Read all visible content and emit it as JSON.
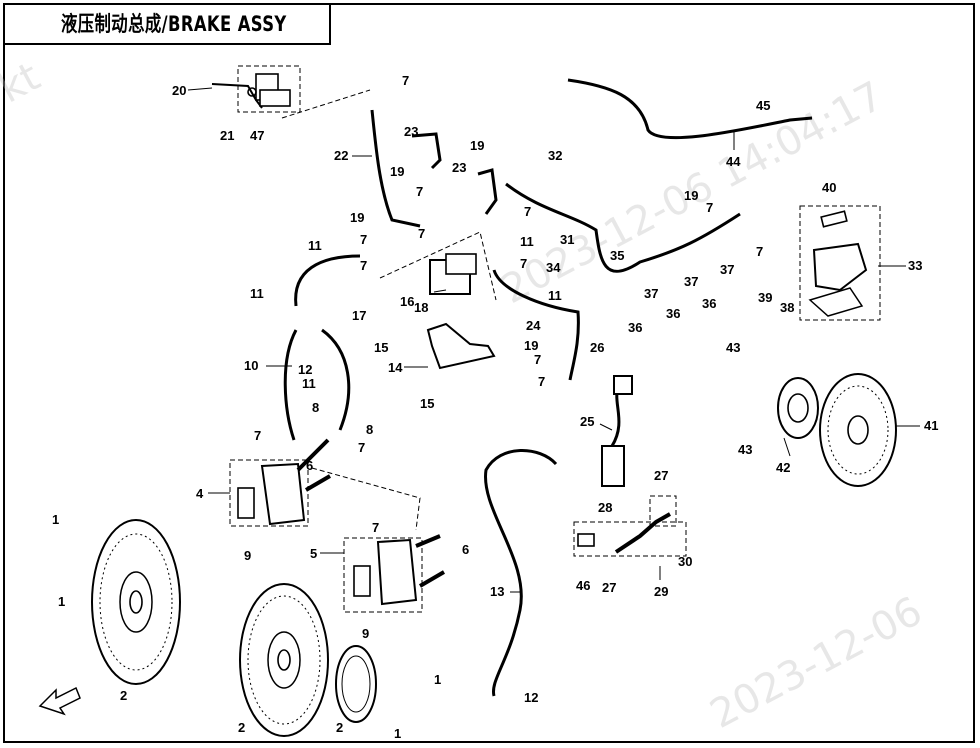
{
  "title": "液压制动总成/BRAKE  ASSY",
  "watermarks": [
    "kt",
    "2023-12-06  14:04:17",
    "2023-12-06"
  ],
  "callouts": [
    "1",
    "2",
    "4",
    "5",
    "6",
    "7",
    "8",
    "9",
    "10",
    "11",
    "12",
    "13",
    "14",
    "15",
    "16",
    "17",
    "18",
    "19",
    "20",
    "21",
    "22",
    "23",
    "24",
    "25",
    "26",
    "27",
    "28",
    "29",
    "30",
    "31",
    "32",
    "33",
    "34",
    "35",
    "36",
    "37",
    "38",
    "39",
    "40",
    "41",
    "42",
    "43",
    "44",
    "45",
    "46",
    "47"
  ]
}
